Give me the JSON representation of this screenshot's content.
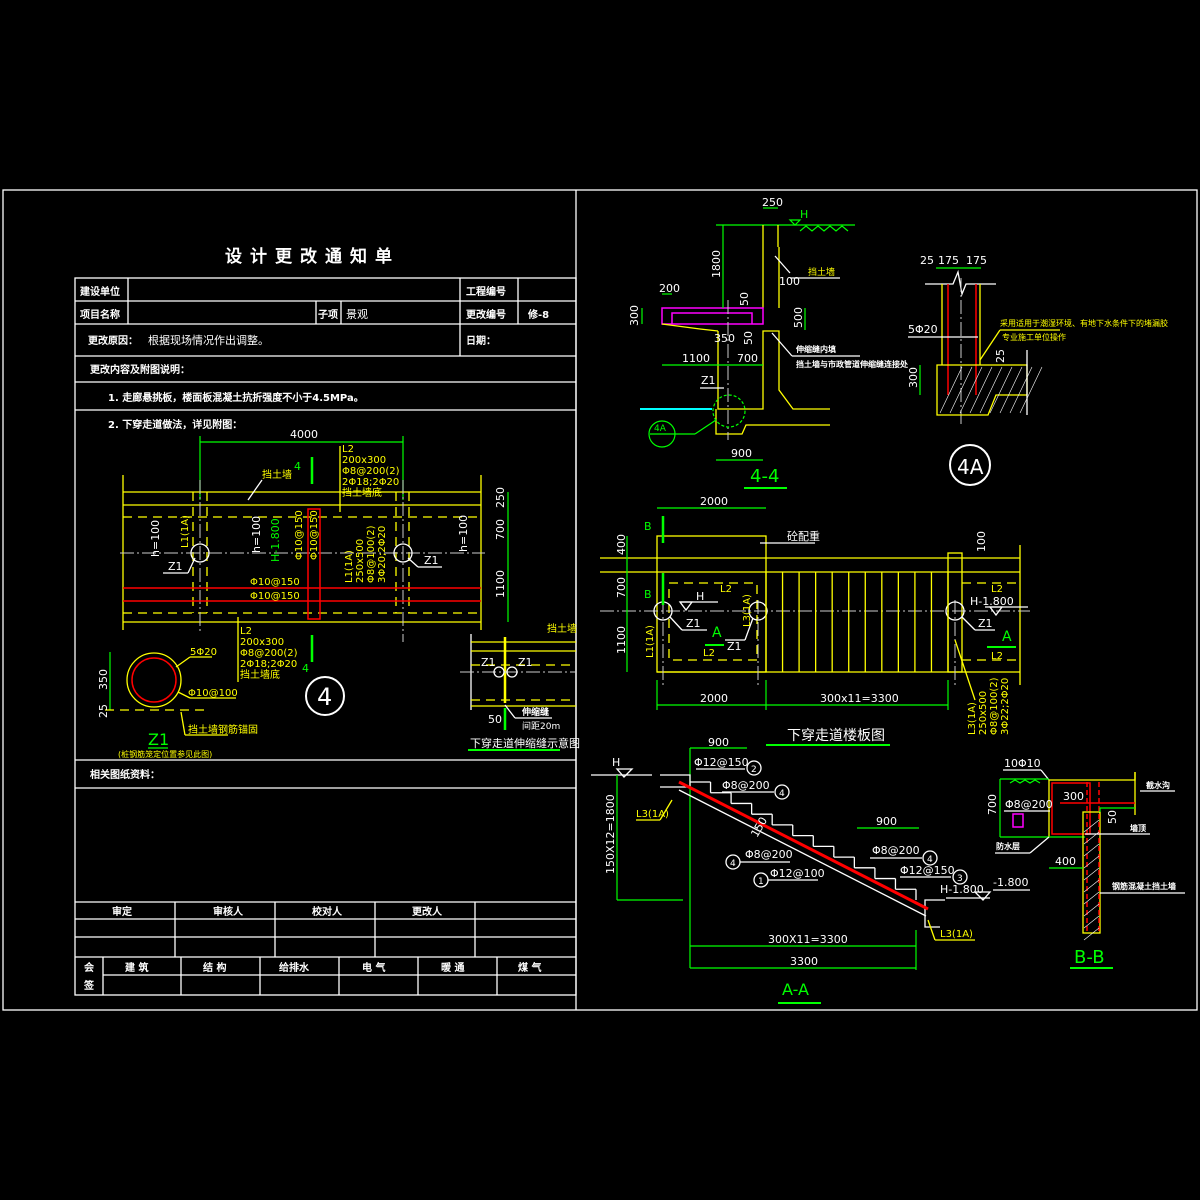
{
  "form": {
    "title": "设计更改通知单",
    "construction_unit_label": "建设单位",
    "project_no_label": "工程编号",
    "project_name_label": "项目名称",
    "sub_item_label": "子项",
    "sub_item_value": "景观",
    "change_no_label": "更改编号",
    "change_no_value": "修-8",
    "reason_label": "更改原因：",
    "reason_value": "根据现场情况作出调整。",
    "date_label": "日期：",
    "content_label": "更改内容及附图说明：",
    "item1": "1. 走廊悬挑板，楼面板混凝土抗折强度不小于4.5MPa。",
    "item2": "2. 下穿走道做法，详见附图：",
    "related_label": "相关图纸资料：",
    "sign_headers": [
      "审定",
      "审核人",
      "校对人",
      "更改人"
    ],
    "countersign_label_1": "会",
    "countersign_label_2": "签",
    "disciplines": [
      "建 筑",
      "结 构",
      "给排水",
      "电 气",
      "暖 通",
      "煤 气"
    ]
  },
  "detail4": {
    "dim_4000": "4000",
    "dim_250": "250",
    "dim_700": "700",
    "dim_1100": "1100",
    "wall_label": "挡土墙",
    "l2_top": [
      "L2",
      "200x300",
      "Φ8@200(2)",
      "2Φ18;2Φ20",
      "挡土墙底"
    ],
    "l2_bottom": [
      "L2",
      "200x300",
      "Φ8@200(2)",
      "2Φ18;2Φ20",
      "挡土墙底"
    ],
    "l1": [
      "L1(1A)",
      "250x500",
      "Φ8@100(2)",
      "3Φ20;2Φ20"
    ],
    "l1a_label": "L1(1A)",
    "h100": "h=100",
    "elev": "H-1.800",
    "rebar_v1": "Φ10@150",
    "rebar_v2": "Φ10@150",
    "rebar_h1": "Φ10@150",
    "rebar_h2": "Φ10@150",
    "section_mark": "4",
    "z1": "Z1",
    "bubble": "4"
  },
  "z1_detail": {
    "main_bar": "5Φ20",
    "stirrup": "Φ10@100",
    "dim_350": "350",
    "dim_25": "25",
    "anchor_note": "挡土墙钢筋锚固",
    "title": "Z1",
    "caption": "(桩钢筋笼定位置参见此图)"
  },
  "joint_detail": {
    "wall_label": "挡土墙",
    "z1": "Z1",
    "joint_label": "伸缩缝",
    "spacing": "间距20m",
    "dim_50": "50",
    "title": "下穿走道伸缩缝示意图"
  },
  "section44": {
    "h": "H",
    "dim_250": "250",
    "dim_1800": "1800",
    "dim_100": "100",
    "dim_200": "200",
    "dim_300": "300",
    "dim_50a": "50",
    "dim_500": "500",
    "dim_350": "350",
    "dim_50b": "50",
    "dim_1100": "1100",
    "dim_700": "700",
    "dim_900": "900",
    "wall_label": "挡土墙",
    "note1": "伸缩缝内填",
    "note2": "挡土墙与市政管道伸缩缝连接处",
    "z1": "Z1",
    "bubble": "4A",
    "title": "4-4"
  },
  "detail4a": {
    "dim_25": "25",
    "dim_175a": "175",
    "dim_175b": "175",
    "bar": "5Φ20",
    "dim_300": "300",
    "dim_25b": "25",
    "note1": "采用适用于潮湿环境、有地下水条件下的堵漏胶",
    "note2": "专业施工单位操作",
    "title": "4A"
  },
  "plan": {
    "dim_2000_top": "2000",
    "dim_400": "400",
    "dim_700": "700",
    "dim_1100": "1100",
    "dim_100": "100",
    "counterweight": "砼配重",
    "b_mark": "B",
    "l2": "L2",
    "h": "H",
    "elev": "H-1.800",
    "z1": "Z1",
    "a_mark": "A",
    "l1": "L1(1A)",
    "l3": "L3(1A)",
    "l3_spec": [
      "L3(1A)",
      "250x500",
      "Φ8@100(2)",
      "3Φ22;2Φ20"
    ],
    "dim_2000_bottom": "2000",
    "dim_treads": "300x11=3300",
    "title": "下穿走道楼板图"
  },
  "section_aa": {
    "dim_900a": "900",
    "dim_900b": "900",
    "h": "H",
    "elev": "H-1.800",
    "bar2": "Φ12@150",
    "bar4a": "Φ8@200",
    "bar4b": "Φ8@200",
    "bar4c": "Φ8@200",
    "bar1": "Φ12@100",
    "bar3": "Φ12@150",
    "n1": "1",
    "n2": "2",
    "n3": "3",
    "n4": "4",
    "l3": "L3(1A)",
    "dim_vert": "150X12=1800",
    "thk": "150",
    "dim_treads": "300X11=3300",
    "dim_3300": "3300",
    "title": "A-A"
  },
  "section_bb": {
    "bar_top": "10Φ10",
    "stirrup": "Φ8@200",
    "dim_300": "300",
    "dim_700": "700",
    "dim_50": "50",
    "dim_400": "400",
    "elev": "-1.800",
    "label_waterproof": "防水层",
    "label_drain": "截水沟",
    "label_cap": "墙顶",
    "label_wall": "钢筋混凝土挡土墙",
    "title": "B-B"
  }
}
